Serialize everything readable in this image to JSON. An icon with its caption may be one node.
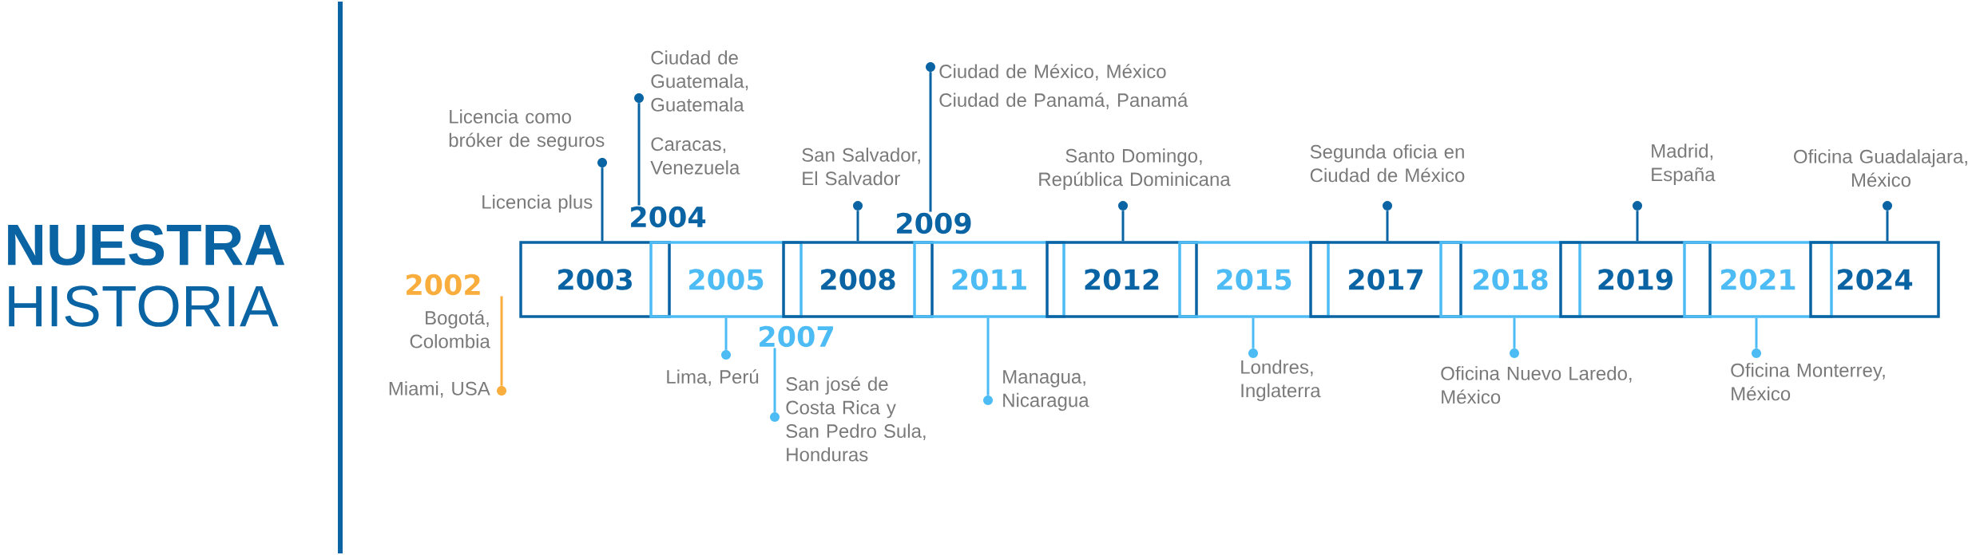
{
  "diagram": {
    "title": "**NUESTRA** HISTORIA",
    "nodes": [
      {
        "text": [
          "2002"
        ]
      },
      {
        "text": [
          "2003"
        ]
      },
      {
        "text": [
          "2004"
        ]
      },
      {
        "text": [
          "2005"
        ]
      },
      {
        "text": [
          "2007"
        ]
      },
      {
        "text": [
          "2008"
        ]
      },
      {
        "text": [
          "2009"
        ]
      },
      {
        "text": [
          "2011"
        ]
      },
      {
        "text": [
          "2012"
        ]
      },
      {
        "text": [
          "2015"
        ]
      },
      {
        "text": [
          "2017"
        ]
      },
      {
        "text": [
          "2018"
        ]
      },
      {
        "text": [
          "2019"
        ]
      },
      {
        "text": [
          "2021"
        ]
      },
      {
        "text": [
          "2024"
        ]
      },
      {
        "text": [],
        "shape": "circle"
      },
      {
        "text": [],
        "shape": "circle"
      },
      {
        "text": [],
        "shape": "circle"
      },
      {
        "text": [],
        "shape": "circle"
      },
      {
        "text": [],
        "shape": "circle"
      },
      {
        "text": [],
        "shape": "circle"
      },
      {
        "text": [],
        "shape": "circle"
      },
      {
        "text": [],
        "shape": "circle"
      },
      {
        "text": [],
        "shape": "circle"
      },
      {
        "text": [],
        "shape": "circle"
      },
      {
        "text": [],
        "shape": "circle"
      },
      {
        "text": [],
        "shape": "circle"
      },
      {
        "text": [],
        "shape": "circle"
      },
      {
        "text": [],
        "shape": "circle"
      },
      {
        "text": [],
        "shape": "circle"
      }
    ],
    "edges": [
      {
        "from": 0,
        "to": 15,
        "arrow": "none",
        "color": "#f9ad3c"
      },
      {
        "from": 1,
        "to": 16,
        "arrow": "none"
      },
      {
        "from": 2,
        "to": 17,
        "arrow": "none"
      },
      {
        "from": 3,
        "to": 18,
        "arrow": "none",
        "color": "#4dbcf5"
      },
      {
        "from": 4,
        "to": 19,
        "arrow": "none",
        "color": "#4dbcf5"
      },
      {
        "from": 5,
        "to": 20,
        "arrow": "none"
      },
      {
        "from": 6,
        "to": 21,
        "arrow": "none"
      },
      {
        "from": 7,
        "to": 22,
        "arrow": "none",
        "color": "#4dbcf5"
      },
      {
        "from": 8,
        "to": 23,
        "arrow": "none"
      },
      {
        "from": 9,
        "to": 24,
        "arrow": "none",
        "color": "#4dbcf5"
      },
      {
        "from": 10,
        "to": 25,
        "arrow": "none"
      },
      {
        "from": 11,
        "to": 26,
        "arrow": "none",
        "color": "#4dbcf5"
      },
      {
        "from": 12,
        "to": 27,
        "arrow": "none"
      },
      {
        "from": 13,
        "to": 28,
        "arrow": "none",
        "color": "#4dbcf5"
      },
      {
        "from": 14,
        "to": 29,
        "arrow": "none"
      }
    ],
    "labels": [
      "Ciudad de México, México",
      "Ciudad de Panamá, Panamá",
      "Ciudad de Guatemala, Guatemala",
      "Licencia como bróker de seguros",
      "Caracas, Venezuela",
      "Madrid, España",
      "Segunda oficia en Ciudad de México",
      "San Salvador, El Salvador",
      "Santo Domingo, República Dominicana",
      "Oficina Guadalajara, México",
      "Licencia plus",
      "Bogotá, Colombia",
      "Lima, Perú",
      "Londres, Inglaterra",
      "Oficina Nuevo Laredo, México",
      "Oficina Monterrey, México",
      "San josé de Costa Rica y San Pedro Sula, Honduras",
      "Managua, Nicaragua",
      "Miami, USA"
    ]
  }
}
